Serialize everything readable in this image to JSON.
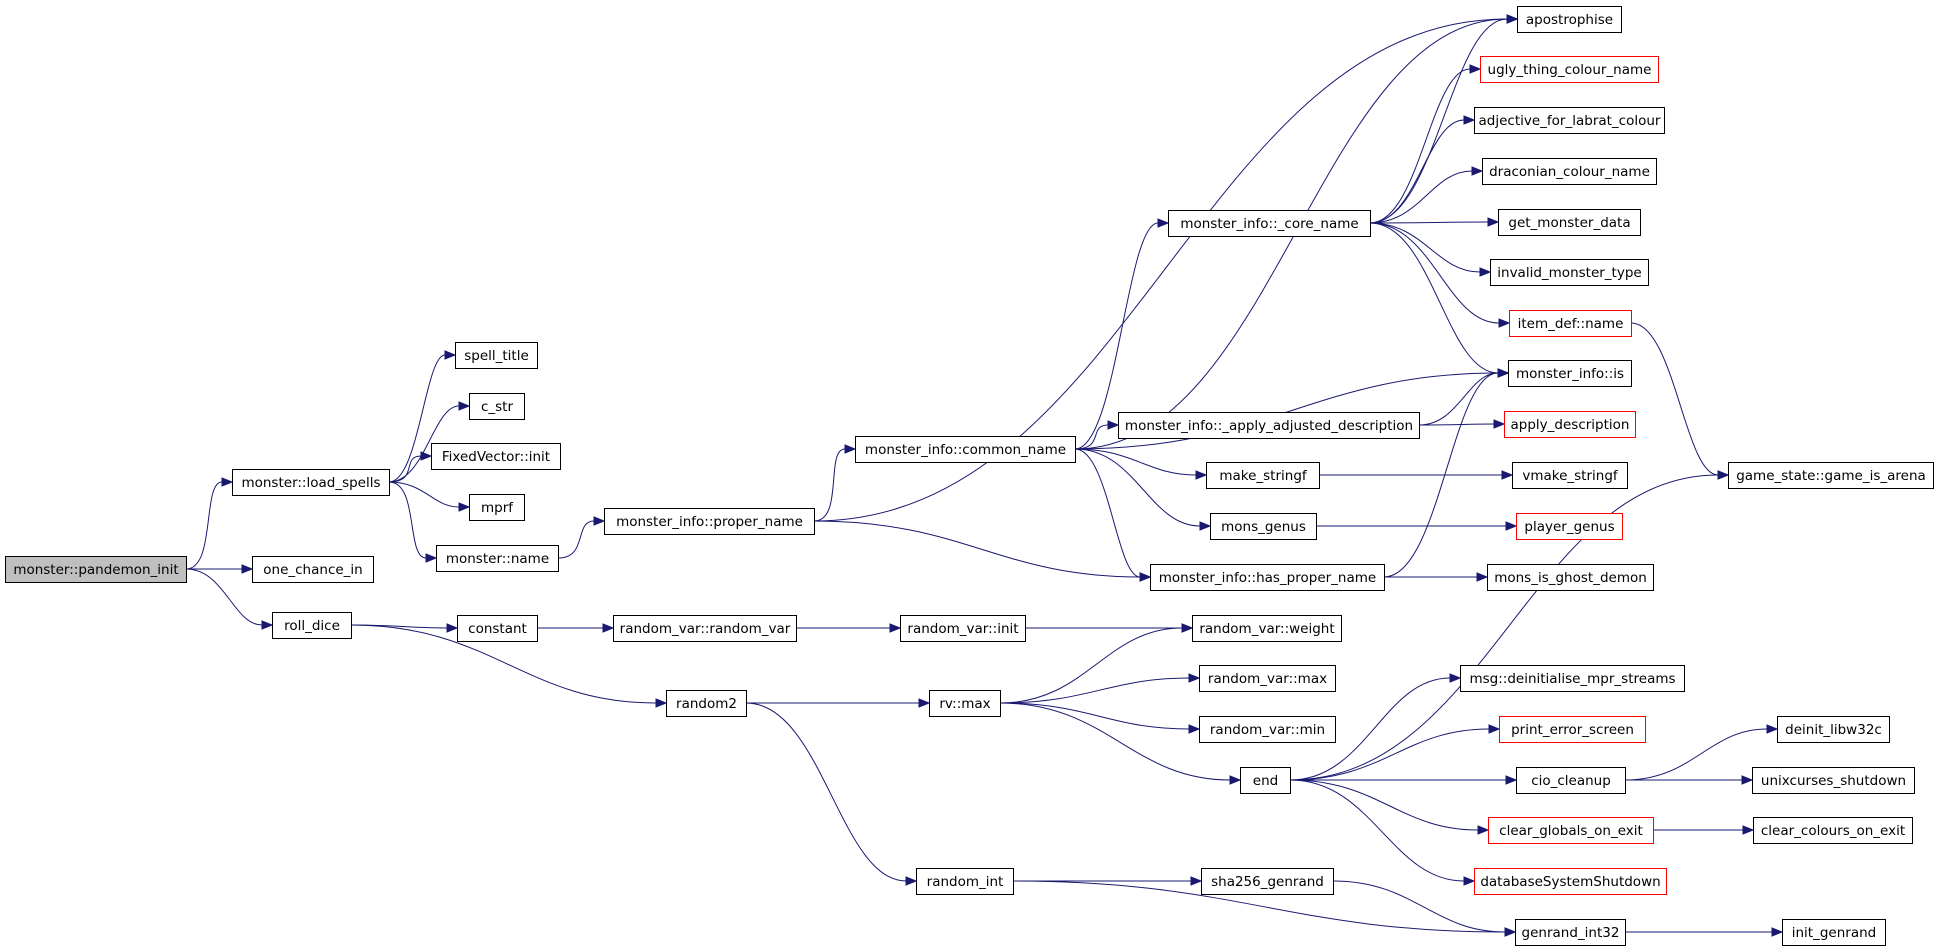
{
  "colors": {
    "edge": "#191970",
    "node_border": "#000000",
    "node_truncated_border": "#ff0000",
    "root_fill": "#bfbfbf",
    "node_fill": "#ffffff"
  },
  "graph": {
    "nodes": [
      {
        "id": "pandemon_init",
        "label": "monster::pandemon_init",
        "kind": "root"
      },
      {
        "id": "load_spells",
        "label": "monster::load_spells"
      },
      {
        "id": "one_chance_in",
        "label": "one_chance_in"
      },
      {
        "id": "roll_dice",
        "label": "roll_dice"
      },
      {
        "id": "spell_title",
        "label": "spell_title"
      },
      {
        "id": "c_str",
        "label": "c_str"
      },
      {
        "id": "fixedvector_init",
        "label": "FixedVector::init"
      },
      {
        "id": "mprf",
        "label": "mprf"
      },
      {
        "id": "monster_name",
        "label": "monster::name"
      },
      {
        "id": "proper_name",
        "label": "monster_info::proper_name"
      },
      {
        "id": "common_name",
        "label": "monster_info::common_name"
      },
      {
        "id": "core_name",
        "label": "monster_info::_core_name"
      },
      {
        "id": "apply_adjusted",
        "label": "monster_info::_apply_adjusted_description"
      },
      {
        "id": "make_stringf",
        "label": "make_stringf"
      },
      {
        "id": "mons_genus",
        "label": "mons_genus"
      },
      {
        "id": "has_proper_name",
        "label": "monster_info::has_proper_name"
      },
      {
        "id": "apostrophise",
        "label": "apostrophise"
      },
      {
        "id": "ugly_thing",
        "label": "ugly_thing_colour_name",
        "kind": "truncated"
      },
      {
        "id": "labrat",
        "label": "adjective_for_labrat_colour"
      },
      {
        "id": "draconian",
        "label": "draconian_colour_name"
      },
      {
        "id": "get_monster_data",
        "label": "get_monster_data"
      },
      {
        "id": "invalid_monster_type",
        "label": "invalid_monster_type"
      },
      {
        "id": "item_def_name",
        "label": "item_def::name",
        "kind": "truncated"
      },
      {
        "id": "monster_info_is",
        "label": "monster_info::is"
      },
      {
        "id": "apply_description",
        "label": "apply_description",
        "kind": "truncated"
      },
      {
        "id": "vmake_stringf",
        "label": "vmake_stringf"
      },
      {
        "id": "player_genus",
        "label": "player_genus",
        "kind": "truncated"
      },
      {
        "id": "mons_is_ghost_demon",
        "label": "mons_is_ghost_demon"
      },
      {
        "id": "game_is_arena",
        "label": "game_state::game_is_arena"
      },
      {
        "id": "constant",
        "label": "constant"
      },
      {
        "id": "random_var_ctor",
        "label": "random_var::random_var"
      },
      {
        "id": "random_var_init",
        "label": "random_var::init"
      },
      {
        "id": "random_var_weight",
        "label": "random_var::weight"
      },
      {
        "id": "random2",
        "label": "random2"
      },
      {
        "id": "rv_max",
        "label": "rv::max"
      },
      {
        "id": "random_var_max",
        "label": "random_var::max"
      },
      {
        "id": "random_var_min",
        "label": "random_var::min"
      },
      {
        "id": "end",
        "label": "end"
      },
      {
        "id": "msg_deinit",
        "label": "msg::deinitialise_mpr_streams"
      },
      {
        "id": "print_error_screen",
        "label": "print_error_screen",
        "kind": "truncated"
      },
      {
        "id": "cio_cleanup",
        "label": "cio_cleanup"
      },
      {
        "id": "clear_globals",
        "label": "clear_globals_on_exit",
        "kind": "truncated"
      },
      {
        "id": "db_shutdown",
        "label": "databaseSystemShutdown",
        "kind": "truncated"
      },
      {
        "id": "deinit_libw32c",
        "label": "deinit_libw32c"
      },
      {
        "id": "unixcurses_shutdown",
        "label": "unixcurses_shutdown"
      },
      {
        "id": "clear_colours",
        "label": "clear_colours_on_exit"
      },
      {
        "id": "random_int",
        "label": "random_int"
      },
      {
        "id": "sha256_genrand",
        "label": "sha256_genrand"
      },
      {
        "id": "genrand_int32",
        "label": "genrand_int32"
      },
      {
        "id": "init_genrand",
        "label": "init_genrand"
      }
    ],
    "edges": [
      [
        "pandemon_init",
        "load_spells"
      ],
      [
        "pandemon_init",
        "one_chance_in"
      ],
      [
        "pandemon_init",
        "roll_dice"
      ],
      [
        "load_spells",
        "spell_title"
      ],
      [
        "load_spells",
        "c_str"
      ],
      [
        "load_spells",
        "fixedvector_init"
      ],
      [
        "load_spells",
        "mprf"
      ],
      [
        "load_spells",
        "monster_name"
      ],
      [
        "monster_name",
        "proper_name"
      ],
      [
        "proper_name",
        "apostrophise"
      ],
      [
        "proper_name",
        "common_name"
      ],
      [
        "proper_name",
        "has_proper_name"
      ],
      [
        "common_name",
        "apostrophise"
      ],
      [
        "common_name",
        "core_name"
      ],
      [
        "common_name",
        "monster_info_is"
      ],
      [
        "common_name",
        "apply_adjusted"
      ],
      [
        "common_name",
        "make_stringf"
      ],
      [
        "common_name",
        "mons_genus"
      ],
      [
        "common_name",
        "has_proper_name"
      ],
      [
        "core_name",
        "apostrophise"
      ],
      [
        "core_name",
        "ugly_thing"
      ],
      [
        "core_name",
        "labrat"
      ],
      [
        "core_name",
        "draconian"
      ],
      [
        "core_name",
        "get_monster_data"
      ],
      [
        "core_name",
        "invalid_monster_type"
      ],
      [
        "core_name",
        "item_def_name"
      ],
      [
        "core_name",
        "monster_info_is"
      ],
      [
        "apply_adjusted",
        "monster_info_is"
      ],
      [
        "apply_adjusted",
        "apply_description"
      ],
      [
        "make_stringf",
        "vmake_stringf"
      ],
      [
        "mons_genus",
        "player_genus"
      ],
      [
        "has_proper_name",
        "monster_info_is"
      ],
      [
        "has_proper_name",
        "mons_is_ghost_demon"
      ],
      [
        "item_def_name",
        "game_is_arena"
      ],
      [
        "roll_dice",
        "constant"
      ],
      [
        "roll_dice",
        "random2"
      ],
      [
        "constant",
        "random_var_ctor"
      ],
      [
        "random_var_ctor",
        "random_var_init"
      ],
      [
        "random_var_init",
        "random_var_weight"
      ],
      [
        "random2",
        "rv_max"
      ],
      [
        "random2",
        "random_int"
      ],
      [
        "rv_max",
        "random_var_weight"
      ],
      [
        "rv_max",
        "random_var_max"
      ],
      [
        "rv_max",
        "random_var_min"
      ],
      [
        "rv_max",
        "end"
      ],
      [
        "end",
        "game_is_arena"
      ],
      [
        "end",
        "msg_deinit"
      ],
      [
        "end",
        "print_error_screen"
      ],
      [
        "end",
        "cio_cleanup"
      ],
      [
        "end",
        "clear_globals"
      ],
      [
        "end",
        "db_shutdown"
      ],
      [
        "cio_cleanup",
        "deinit_libw32c"
      ],
      [
        "cio_cleanup",
        "unixcurses_shutdown"
      ],
      [
        "clear_globals",
        "clear_colours"
      ],
      [
        "random_int",
        "sha256_genrand"
      ],
      [
        "random_int",
        "genrand_int32"
      ],
      [
        "sha256_genrand",
        "genrand_int32"
      ],
      [
        "genrand_int32",
        "init_genrand"
      ]
    ]
  }
}
